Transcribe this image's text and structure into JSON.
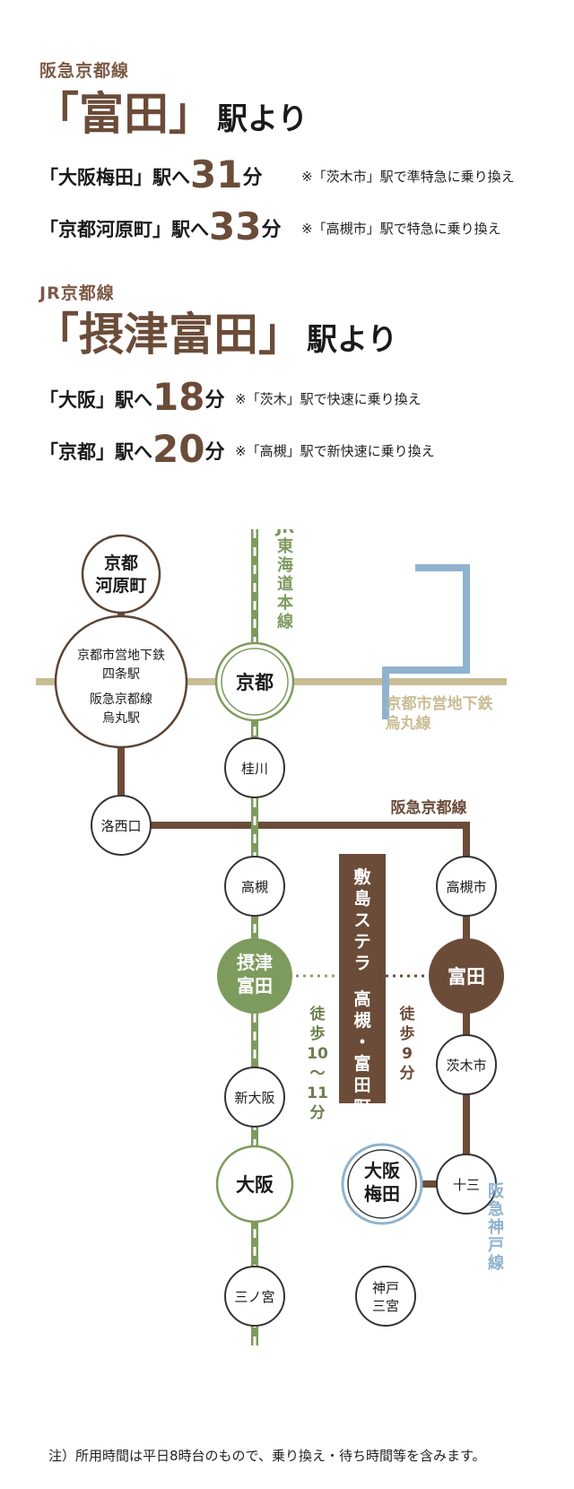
{
  "hankyu": {
    "line": "阪急京都線",
    "station": "「富田」",
    "yori": "駅より",
    "routes": [
      {
        "dest": "「大阪梅田」駅へ",
        "minutes": "31",
        "unit": "分",
        "note": "※「茨木市」駅で準特急に乗り換え"
      },
      {
        "dest": "「京都河原町」駅へ",
        "minutes": "33",
        "unit": "分",
        "note": "※「高槻市」駅で特急に乗り換え"
      }
    ]
  },
  "jr": {
    "line": "JR京都線",
    "station": "「摂津富田」",
    "yori": "駅より",
    "routes": [
      {
        "dest": "「大阪」駅へ",
        "minutes": "18",
        "unit": "分",
        "note": "※「茨木」駅で快速に乗り換え"
      },
      {
        "dest": "「京都」駅へ",
        "minutes": "20",
        "unit": "分",
        "note": "※「高槻」駅で新快速に乗り換え"
      }
    ]
  },
  "map": {
    "colors": {
      "jr": "#7e9b5e",
      "hankyu_kyoto": "#6b4c39",
      "karasuma": "#c9bd95",
      "hankyu_kobe": "#8fb2cf"
    },
    "stations": {
      "kawaramachi": [
        "京都",
        "河原町"
      ],
      "shijo": [
        "京都市営地下鉄",
        "四条駅",
        "阪急京都線",
        "烏丸駅"
      ],
      "kyoto": "京都",
      "katsuragawa": "桂川",
      "rakusaiguchi": "洛西口",
      "takatsuki": "高槻",
      "settsu_tonda": [
        "摂津",
        "富田"
      ],
      "shin_osaka": "新大阪",
      "osaka": "大阪",
      "sannomiya": "三ノ宮",
      "takatsukishi": "高槻市",
      "tonda": "富田",
      "ibarakishi": "茨木市",
      "juso": "十三",
      "umeda": [
        "大阪",
        "梅田"
      ],
      "kobe_sannomiya": [
        "神戸",
        "三宮"
      ]
    },
    "labels": {
      "jr_line": [
        "JR",
        "東",
        "海",
        "道",
        "本",
        "線"
      ],
      "karasuma_line": [
        "京都市営地下鉄",
        "烏丸線"
      ],
      "hankyu_kyoto_line": "阪急京都線",
      "hankyu_kobe_line": [
        "阪",
        "急",
        "神",
        "戸",
        "線"
      ],
      "walk_jr": [
        "徒",
        "歩",
        "10",
        "〜",
        "11",
        "分"
      ],
      "walk_hankyu": [
        "徒",
        "歩",
        "9",
        "分"
      ],
      "property": [
        "敷",
        "島",
        "ス",
        "テ",
        "ラ",
        "",
        "高",
        "槻",
        "・",
        "富",
        "田",
        "町"
      ]
    }
  },
  "footnote": "注）所用時間は平日8時台のもので、乗り換え・待ち時間等を含みます。"
}
